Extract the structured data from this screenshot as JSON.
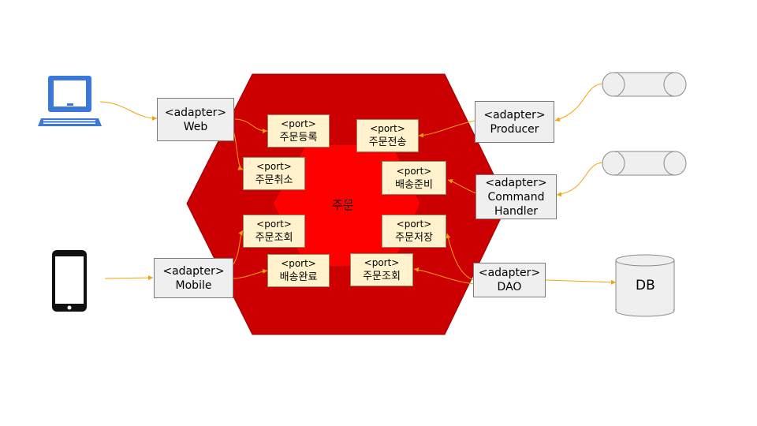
{
  "core": {
    "label": "주문"
  },
  "adapters": {
    "web": {
      "line1": "<adapter>",
      "line2": "Web"
    },
    "mobile": {
      "line1": "<adapter>",
      "line2": "Mobile"
    },
    "producer": {
      "line1": "<adapter>",
      "line2": "Producer"
    },
    "command": {
      "line1": "<adapter>",
      "line2": "Command",
      "line3": "Handler"
    },
    "dao": {
      "line1": "<adapter>",
      "line2": "DAO"
    }
  },
  "ports": {
    "order_register": {
      "tag": "<port>",
      "label": "주문등록"
    },
    "order_cancel": {
      "tag": "<port>",
      "label": "주문취소"
    },
    "order_query_in": {
      "tag": "<port>",
      "label": "주문조회"
    },
    "delivery_done": {
      "tag": "<port>",
      "label": "배송완료"
    },
    "order_send": {
      "tag": "<port>",
      "label": "주문전송"
    },
    "delivery_prep": {
      "tag": "<port>",
      "label": "배송준비"
    },
    "order_save": {
      "tag": "<port>",
      "label": "주문저장"
    },
    "order_query_out": {
      "tag": "<port>",
      "label": "주문조회"
    }
  },
  "db": {
    "label": "DB"
  },
  "colors": {
    "outer_hex": "#cc0000",
    "inner_hex": "#ff0000",
    "arrow": "#f4a20b",
    "device_blue": "#3c78d8",
    "queue_fill": "#efefef",
    "adapter_fill": "#efefef",
    "port_fill": "#fff2cc"
  },
  "icons": [
    "desktop-computer-icon",
    "smartphone-icon",
    "message-queue-icon",
    "database-icon"
  ]
}
